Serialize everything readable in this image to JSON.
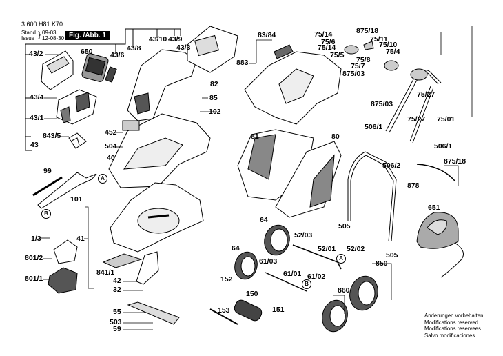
{
  "header": {
    "part_number": "3 600 H81 K70",
    "stand_label": "Stand",
    "issue_label": "Issue",
    "stand_value": "09-03",
    "issue_value": "12-08-30",
    "figure_label": "Fig. /Abb. 1"
  },
  "notice": [
    "Änderungen vorbehalten",
    "Modifications reserved",
    "Modifications reservees",
    "Salvo modificaciones"
  ],
  "reference_markers": {
    "a": "A",
    "b": "B"
  },
  "parts": {
    "p43_2": "43/2",
    "p650": "650",
    "p43_6": "43/6",
    "p43_8": "43/8",
    "p43_10": "43/10",
    "p43_9": "43/9",
    "p43_3": "43/3",
    "p82": "82",
    "p85": "85",
    "p102": "102",
    "p43_4": "43/4",
    "p43_1": "43/1",
    "p843_5": "843/5",
    "p43": "43",
    "p452": "452",
    "p504": "504",
    "p40": "40",
    "p99": "99",
    "p101": "101",
    "p41": "41",
    "p1_3": "1/3",
    "p801_2": "801/2",
    "p801_1": "801/1",
    "p841_1": "841/1",
    "p42": "42",
    "p32": "32",
    "p55": "55",
    "p503": "503",
    "p59": "59",
    "p83_84": "83/84",
    "p883": "883",
    "p81": "81",
    "p80": "80",
    "p64a": "64",
    "p64b": "64",
    "p52_03": "52/03",
    "p52_01": "52/01",
    "p52_02": "52/02",
    "p61_03": "61/03",
    "p61_01": "61/01",
    "p61_02": "61/02",
    "p152": "152",
    "p150": "150",
    "p151": "151",
    "p153": "153",
    "p850": "850",
    "p860": "860",
    "p505a": "505",
    "p505b": "505",
    "p75_14a": "75/14",
    "p75_6": "75/6",
    "p75_14b": "75/14",
    "p75_5": "75/5",
    "p875_18a": "875/18",
    "p75_11": "75/11",
    "p75_10": "75/10",
    "p75_4": "75/4",
    "p75_8": "75/8",
    "p75_7": "75/7",
    "p875_03a": "875/03",
    "p75_27a": "75/27",
    "p875_03b": "875/03",
    "p75_27b": "75/27",
    "p75_01": "75/01",
    "p506_1a": "506/1",
    "p506_1b": "506/1",
    "p506_2": "506/2",
    "p875_18b": "875/18",
    "p878": "878",
    "p651": "651"
  }
}
